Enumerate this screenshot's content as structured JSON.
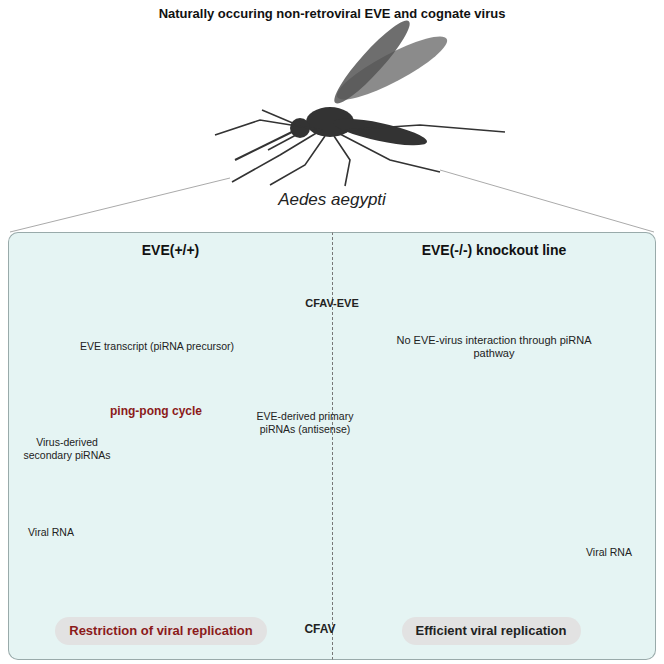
{
  "diagram": {
    "title": "Naturally occuring non-retroviral EVE and cognate virus",
    "nodes": [
      {
        "text": [
          "EVE(+/+)"
        ]
      },
      {
        "text": [
          "EVE(-/-) knockout line"
        ]
      },
      {
        "text": [
          "Restriction of viral replication"
        ],
        "in": 0
      },
      {
        "text": [
          "Efficient viral replication"
        ],
        "in": 1
      }
    ],
    "labels": [
      "Aedes aegypti",
      "CFAV-EVE",
      "EVE transcript (piRNA precursor)",
      "ping-pong cycle",
      "EVE-derived primary piRNAs (antisense)",
      "Virus-derived secondary piRNAs",
      "Viral RNA",
      "CFAV",
      "No EVE-virus interaction through piRNA pathway",
      "Viral RNA"
    ]
  }
}
